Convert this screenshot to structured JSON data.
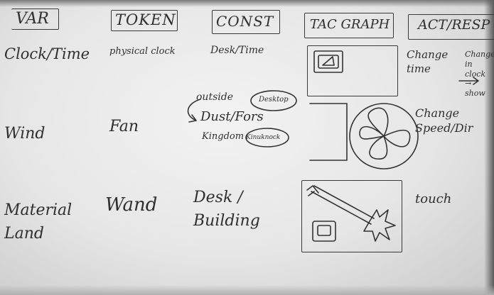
{
  "headers": {
    "var": "VAR",
    "token": "TOKEN",
    "const": "CONST",
    "tac_graph": "TAC GRAPH",
    "act_resp": "ACT/RESP"
  },
  "row1": {
    "var": "Clock/Time",
    "token": "physical clock",
    "const": "Desk/Time",
    "act": "Change time",
    "resp": "Change in clock → show"
  },
  "row2": {
    "var": "Wind",
    "token": "Fan",
    "const_outside": "outside",
    "const_main": "Dust/Fors",
    "const_bubble1": "Desktop",
    "const_kingdom": "Kingdom",
    "const_bubble2": "Kinuknock",
    "act": "Change Speed/Dir"
  },
  "row3": {
    "var": "Material Land",
    "token": "Wand",
    "const": "Desk / Building",
    "act": "touch"
  }
}
